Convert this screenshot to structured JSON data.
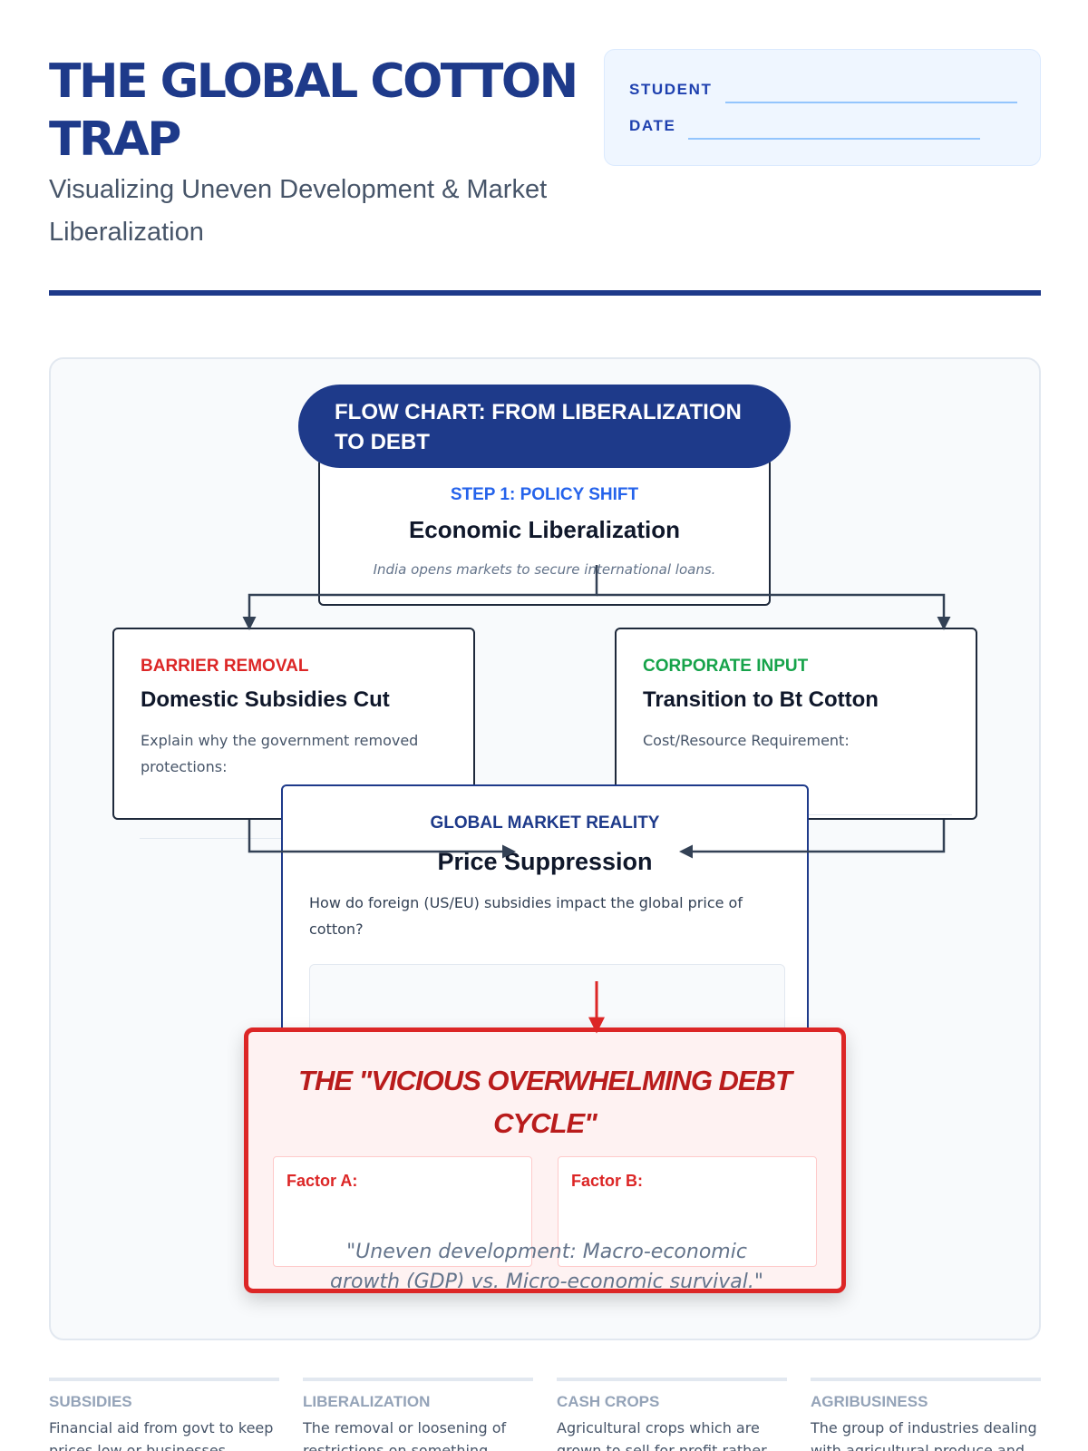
{
  "header": {
    "title": "THE GLOBAL COTTON TRAP",
    "subtitle": "Visualizing Uneven Development & Market Liberalization",
    "student_label": "STUDENT",
    "date_label": "DATE"
  },
  "flow": {
    "banner": "FLOW CHART: FROM LIBERALIZATION TO DEBT",
    "step1": {
      "kicker": "STEP 1: POLICY SHIFT",
      "heading": "Economic Liberalization",
      "note": "India opens markets to secure international loans."
    },
    "barrier": {
      "kicker": "BARRIER REMOVAL",
      "heading": "Domestic Subsidies Cut",
      "prompt": "Explain why the government removed protections:"
    },
    "corporate": {
      "kicker": "CORPORATE INPUT",
      "heading": "Transition to Bt Cotton",
      "prompt": "Cost/Resource Requirement:"
    },
    "market": {
      "kicker": "GLOBAL MARKET REALITY",
      "heading": "Price Suppression",
      "prompt": "How do foreign (US/EU) subsidies impact the global price of cotton?"
    },
    "debt": {
      "title": "THE \"VICIOUS OVERWHELMING DEBT CYCLE\"",
      "factor_a": "Factor A:",
      "factor_b": "Factor B:",
      "quote": "\"Uneven development: Macro-economic growth (GDP) vs. Micro-economic survival.\""
    }
  },
  "glossary": [
    {
      "term": "SUBSIDIES",
      "definition": "Financial aid from govt to keep prices low or businesses"
    },
    {
      "term": "LIBERALIZATION",
      "definition": "The removal or loosening of restrictions on something"
    },
    {
      "term": "CASH CROPS",
      "definition": "Agricultural crops which are grown to sell for profit rather"
    },
    {
      "term": "AGRIBUSINESS",
      "definition": "The group of industries dealing with agricultural produce and"
    }
  ],
  "colors": {
    "brand_navy": "#1e3a8a",
    "step_blue": "#2563eb",
    "barrier_red": "#dc2626",
    "corporate_green": "#16a34a"
  }
}
